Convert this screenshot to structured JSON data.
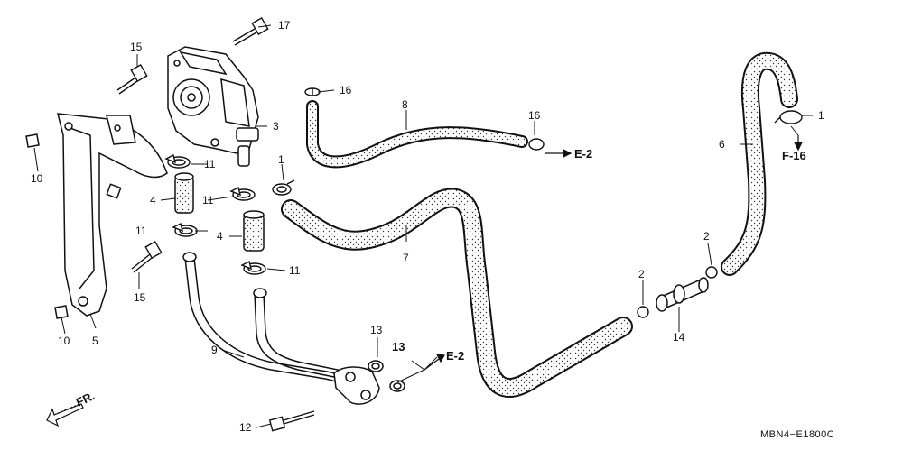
{
  "diagram": {
    "callouts": {
      "c1_top_right": "1",
      "c1_mid": "1",
      "c2_a": "2",
      "c2_b": "2",
      "c3": "3",
      "c4_a": "4",
      "c4_b": "4",
      "c5": "5",
      "c6": "6",
      "c7": "7",
      "c8": "8",
      "c9": "9",
      "c10_a": "10",
      "c10_b": "10",
      "c11_a": "11",
      "c11_b": "11",
      "c11_c": "11",
      "c11_d": "11",
      "c12": "12",
      "c13_a": "13",
      "c13_b": "13",
      "c14": "14",
      "c15_a": "15",
      "c15_b": "15",
      "c16_a": "16",
      "c16_b": "16",
      "c17": "17"
    },
    "refs": {
      "e2_top": "E-2",
      "e2_bottom": "E-2",
      "f16": "F-16",
      "front": "FR."
    },
    "drawing_code": "MBN4−E1800C"
  }
}
